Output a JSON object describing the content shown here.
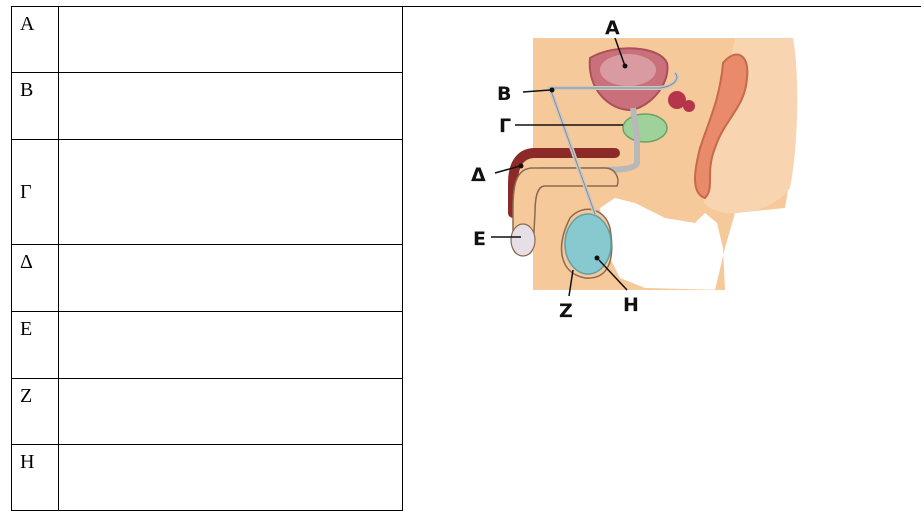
{
  "table": {
    "rows": [
      {
        "letter": "A",
        "answer": ""
      },
      {
        "letter": "B",
        "answer": ""
      },
      {
        "letter": "Γ",
        "answer": ""
      },
      {
        "letter": "Δ",
        "answer": ""
      },
      {
        "letter": "E",
        "answer": ""
      },
      {
        "letter": "Z",
        "answer": ""
      },
      {
        "letter": "H",
        "answer": ""
      }
    ]
  },
  "diagram": {
    "labels": {
      "a": "Α",
      "b": "Β",
      "g": "Γ",
      "d": "Δ",
      "e": "Ε",
      "z": "Ζ",
      "h": "Η"
    },
    "colors": {
      "body": "#f6c99a",
      "bladder": "#c9707a",
      "prostate": "#9fd19a",
      "testis": "#88c8cf",
      "erectile": "#8c2a2a",
      "rectum": "#e98a6a"
    }
  }
}
